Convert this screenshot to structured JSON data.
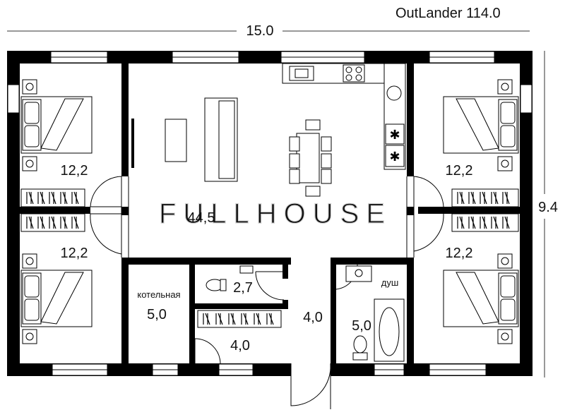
{
  "plan": {
    "title": "OutLander 114.0",
    "width_label": "15.0",
    "height_label": "9.4",
    "watermark": "FULLHOUSE"
  },
  "rooms": [
    {
      "id": "bedroom-top-left",
      "area": "12,2"
    },
    {
      "id": "bedroom-bottom-left",
      "area": "12,2"
    },
    {
      "id": "bedroom-top-right",
      "area": "12,2"
    },
    {
      "id": "bedroom-bottom-right",
      "area": "12,2"
    },
    {
      "id": "living-room",
      "area": "44,5"
    },
    {
      "id": "boiler-room",
      "name": "котельная",
      "area": "5,0"
    },
    {
      "id": "toilet",
      "area": "2,7"
    },
    {
      "id": "closet",
      "area": "4,0"
    },
    {
      "id": "hallway",
      "area": "4,0"
    },
    {
      "id": "bathroom",
      "name": "душ",
      "area": "5,0"
    }
  ],
  "colors": {
    "wall": "#000000",
    "line": "#222222",
    "background": "#ffffff",
    "watermark": "#d8d8d8"
  }
}
